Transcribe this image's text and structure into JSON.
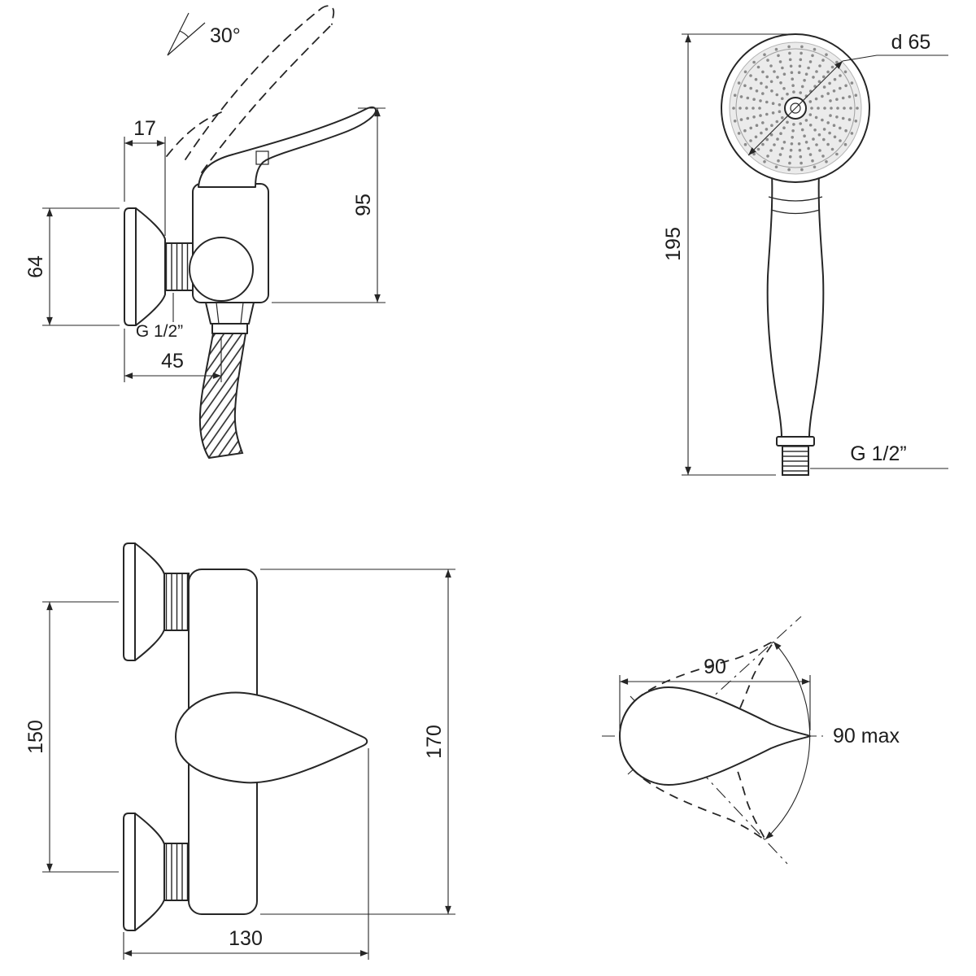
{
  "page": {
    "background": "#ffffff",
    "ink": "#262626",
    "spray_face_fill": "#ebebeb",
    "spray_dot_color": "#8a8a8a"
  },
  "views": {
    "mixer_side": {
      "dims": {
        "handle_angle": "30°",
        "escutcheon_depth": "17",
        "handle_height": "95",
        "escutcheon_diameter": "64",
        "outlet_thread": "G 1/2”",
        "wall_to_outlet": "45"
      }
    },
    "hand_shower": {
      "dims": {
        "total_length": "195",
        "head_diameter": "d 65",
        "connection_thread": "G 1/2”"
      }
    },
    "mixer_front": {
      "dims": {
        "connection_centers": "150",
        "total_height": "170",
        "total_width": "130"
      }
    },
    "handle_plan": {
      "dims": {
        "lever_length": "90",
        "swing_angle": "90 max"
      }
    }
  }
}
